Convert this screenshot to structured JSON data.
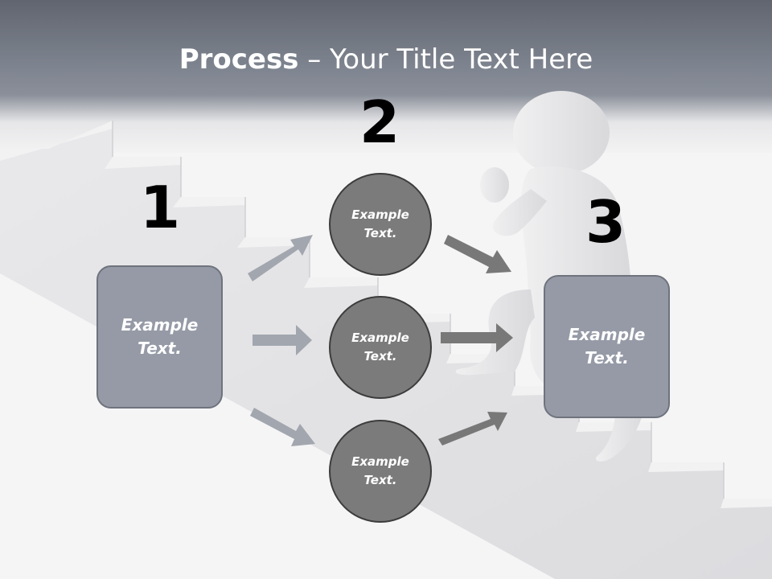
{
  "slide": {
    "title_bold": "Process",
    "title_rest": " – Your Title Text Here"
  },
  "steps": [
    {
      "number": "1",
      "text_line1": "Example",
      "text_line2": "Text."
    },
    {
      "number": "2"
    },
    {
      "number": "3",
      "text_line1": "Example",
      "text_line2": "Text."
    }
  ],
  "circles": [
    {
      "text_line1": "Example",
      "text_line2": "Text."
    },
    {
      "text_line1": "Example",
      "text_line2": "Text."
    },
    {
      "text_line1": "Example",
      "text_line2": "Text."
    }
  ],
  "colors": {
    "box_fill": "#959aa6",
    "circle_fill": "#7b7b7b",
    "left_arrows": "#a2a6ae",
    "right_arrows": "#787878"
  }
}
